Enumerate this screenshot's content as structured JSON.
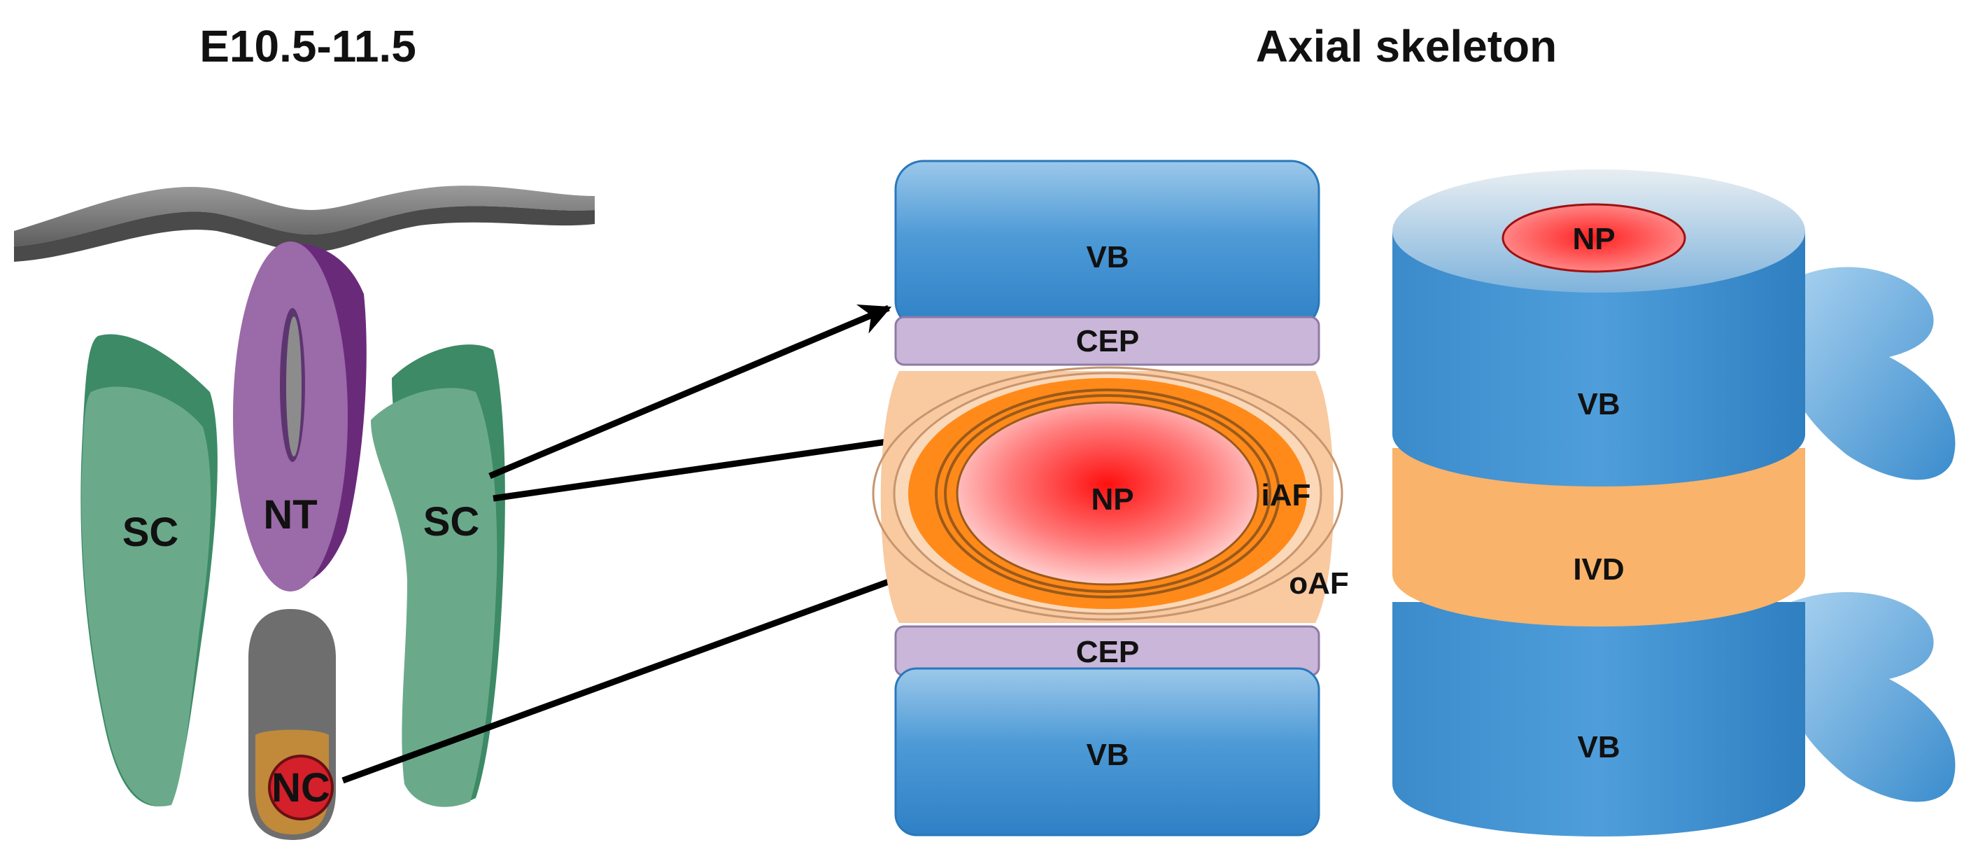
{
  "titles": {
    "embryo": "E10.5-11.5",
    "adult": "Axial skeleton"
  },
  "embryo": {
    "sc_left": "SC",
    "sc_right": "SC",
    "nt": "NT",
    "nc": "NC"
  },
  "section": {
    "vb_top": "VB",
    "cep_top": "CEP",
    "np": "NP",
    "iaf": "iAF",
    "oaf": "oAF",
    "cep_bottom": "CEP",
    "vb_bottom": "VB"
  },
  "column": {
    "np": "NP",
    "vb_top": "VB",
    "ivd": "IVD",
    "vb_bottom": "VB"
  },
  "colors": {
    "somite": "#6aaa8a",
    "neural_tube": "#9b6aa8",
    "notochord": "#d3202a",
    "vertebral_body": "#3f8fd0",
    "cartilage_endplate": "#c9b6d8",
    "annulus": "#ff8a1a",
    "disc": "#f9b36a"
  }
}
